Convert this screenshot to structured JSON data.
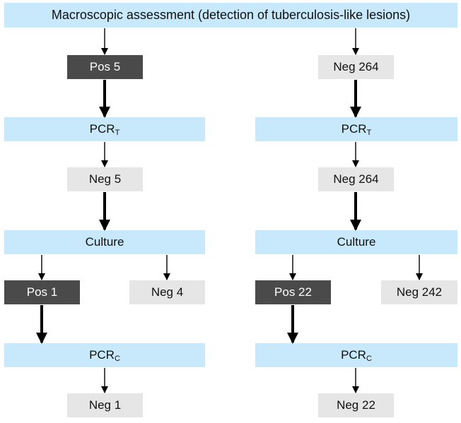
{
  "top": {
    "label": "Macroscopic assessment (detection of tuberculosis-like lesions)"
  },
  "colors": {
    "process": "#c8e9fb",
    "positive": "#4a4a4a",
    "negative": "#e6e6e6",
    "arrow": "#000000"
  },
  "left": {
    "result1": "Pos 5",
    "pcr_t": {
      "base": "PCR",
      "sub": "T"
    },
    "result2": "Neg 5",
    "culture": "Culture",
    "culture_pos": "Pos 1",
    "culture_neg": "Neg 4",
    "pcr_c": {
      "base": "PCR",
      "sub": "C"
    },
    "result3": "Neg 1"
  },
  "right": {
    "result1": "Neg 264",
    "pcr_t": {
      "base": "PCR",
      "sub": "T"
    },
    "result2": "Neg 264",
    "culture": "Culture",
    "culture_pos": "Pos 22",
    "culture_neg": "Neg 242",
    "pcr_c": {
      "base": "PCR",
      "sub": "C"
    },
    "result3": "Neg 22"
  }
}
